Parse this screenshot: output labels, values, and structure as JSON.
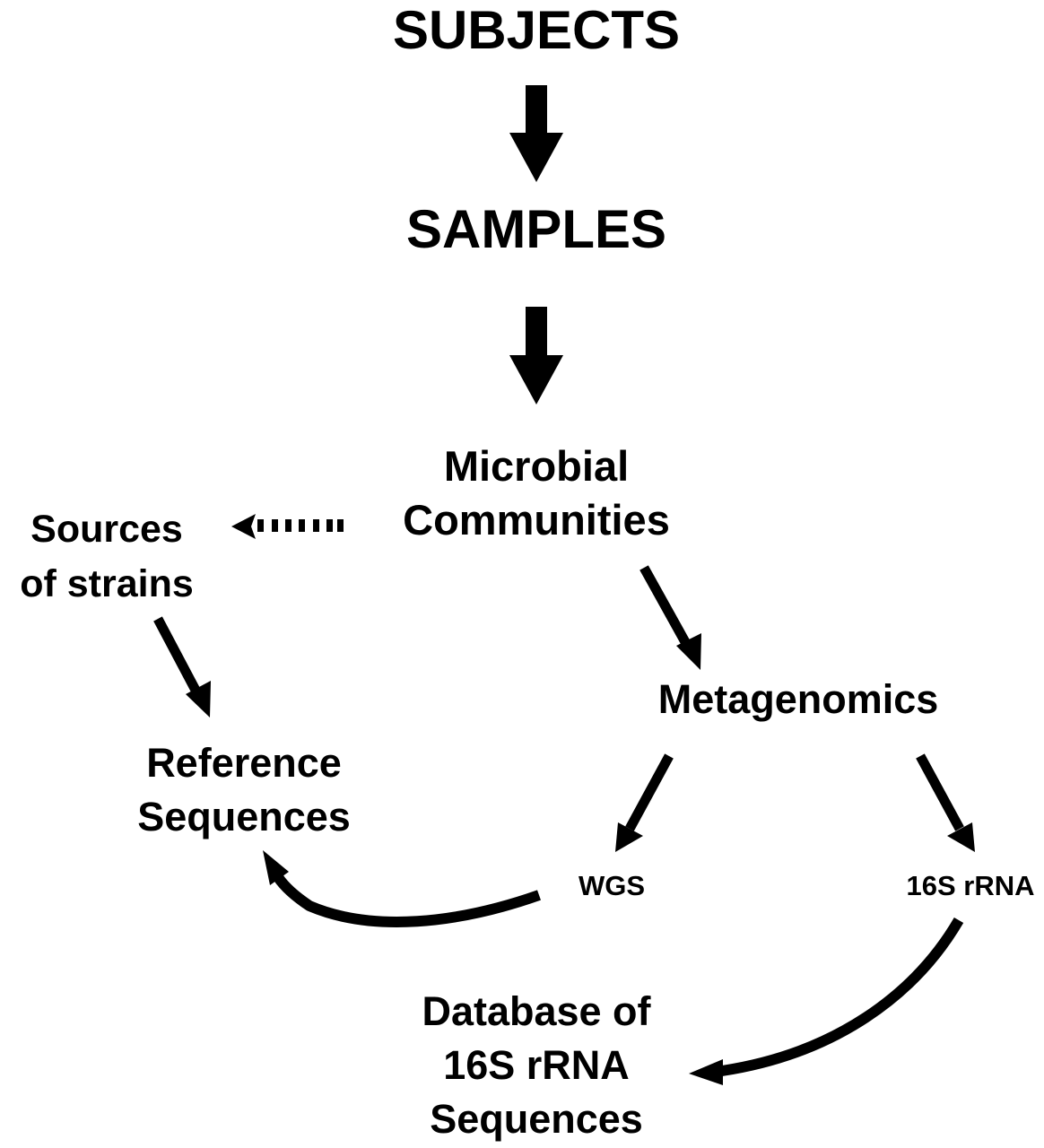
{
  "diagram": {
    "nodes": {
      "subjects": {
        "text": "SUBJECTS"
      },
      "samples": {
        "text": "SAMPLES"
      },
      "microbial": {
        "line1": "Microbial",
        "line2": "Communities"
      },
      "sources": {
        "line1": "Sources",
        "line2": "of strains"
      },
      "metagenomics": {
        "text": "Metagenomics"
      },
      "reference": {
        "line1": "Reference",
        "line2": "Sequences"
      },
      "wgs": {
        "text": "WGS"
      },
      "rrna16s": {
        "text": "16S rRNA"
      },
      "database": {
        "line1": "Database of",
        "line2": "16S rRNA",
        "line3": "Sequences"
      }
    },
    "edges": [
      {
        "from": "subjects",
        "to": "samples",
        "style": "thick"
      },
      {
        "from": "samples",
        "to": "microbial",
        "style": "thick"
      },
      {
        "from": "microbial",
        "to": "sources",
        "style": "dotted"
      },
      {
        "from": "microbial",
        "to": "metagenomics",
        "style": "solid"
      },
      {
        "from": "sources",
        "to": "reference",
        "style": "solid"
      },
      {
        "from": "metagenomics",
        "to": "wgs",
        "style": "solid"
      },
      {
        "from": "metagenomics",
        "to": "rrna16s",
        "style": "solid"
      },
      {
        "from": "wgs",
        "to": "reference",
        "style": "curved"
      },
      {
        "from": "rrna16s",
        "to": "database",
        "style": "curved"
      }
    ],
    "colors": {
      "ink": "#000000",
      "background": "#ffffff"
    }
  }
}
